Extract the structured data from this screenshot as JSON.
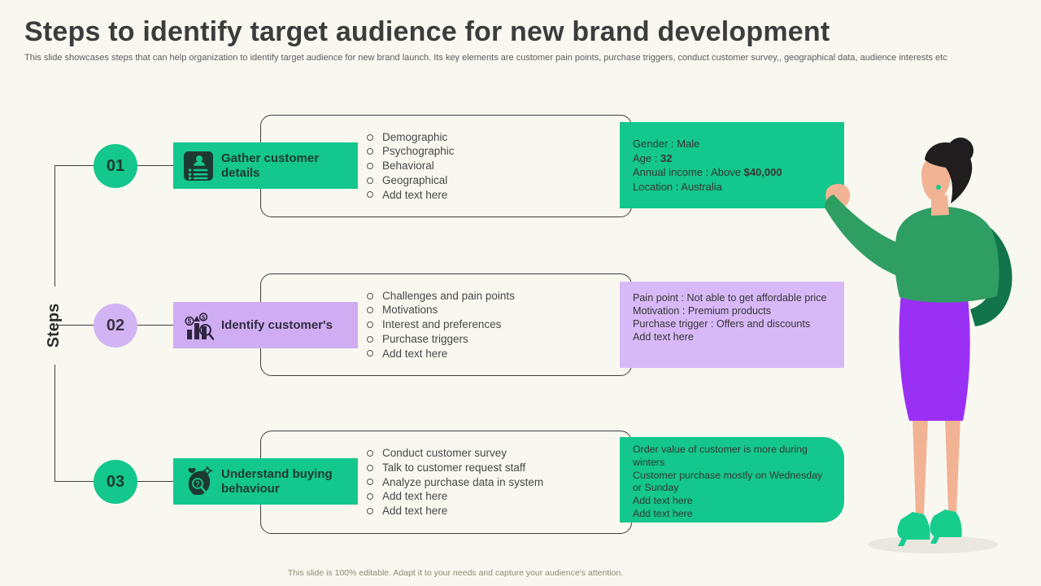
{
  "slide": {
    "title": "Steps to identify target audience for new brand development",
    "subtitle": "This slide showcases steps that can help organization to identify target audience for new brand launch. Its key elements are customer pain points, purchase triggers, conduct customer survey,, geographical data, audience interests etc",
    "axis_label": "Steps",
    "footer": "This slide is 100% editable. Adapt it to your needs and capture your audience's attention."
  },
  "colors": {
    "background": "#f9f8f0",
    "emerald": "#14c78c",
    "lavender_chip": "#cfadf2",
    "lavender_callout": "#d8b9f8",
    "line": "#3f3f3f",
    "dark_text": "#1d3a31",
    "body_text": "#474747",
    "skirt_purple": "#9b30f5",
    "sweater_green": "#2f9e62"
  },
  "steps": [
    {
      "number": "01",
      "label": "Gather customer details",
      "icon": "profile-list-icon",
      "theme": "green",
      "bullets": [
        "Demographic",
        "Psychographic",
        "Behavioral",
        "Geographical",
        "Add text here"
      ],
      "callout_lines": [
        {
          "pre": "Gender : Male"
        },
        {
          "pre": "Age : ",
          "bold": "32"
        },
        {
          "pre": "Annual income : Above ",
          "bold": "$40,000"
        },
        {
          "pre": "Location : Australia"
        }
      ]
    },
    {
      "number": "02",
      "label": "Identify customer's",
      "icon": "sales-growth-search-icon",
      "theme": "purple",
      "bullets": [
        "Challenges and pain points",
        "Motivations",
        "Interest and preferences",
        "Purchase triggers",
        "Add text here"
      ],
      "callout_lines": [
        {
          "pre": "Pain point : Not able to get affordable price"
        },
        {
          "pre": "Motivation : Premium products"
        },
        {
          "pre": "Purchase trigger : Offers and discounts"
        },
        {
          "pre": "Add text here"
        }
      ]
    },
    {
      "number": "03",
      "label": "Understand buying behaviour",
      "icon": "mind-search-icon",
      "theme": "green",
      "bullets": [
        "Conduct customer survey",
        "Talk to customer request staff",
        "Analyze purchase data in system",
        "Add text here",
        "Add text here"
      ],
      "callout_lines": [
        {
          "pre": "Order value of customer is more during winters"
        },
        {
          "pre": "Customer purchase mostly on Wednesday or Sunday"
        },
        {
          "pre": "Add text here"
        },
        {
          "pre": "Add text here"
        }
      ]
    }
  ]
}
